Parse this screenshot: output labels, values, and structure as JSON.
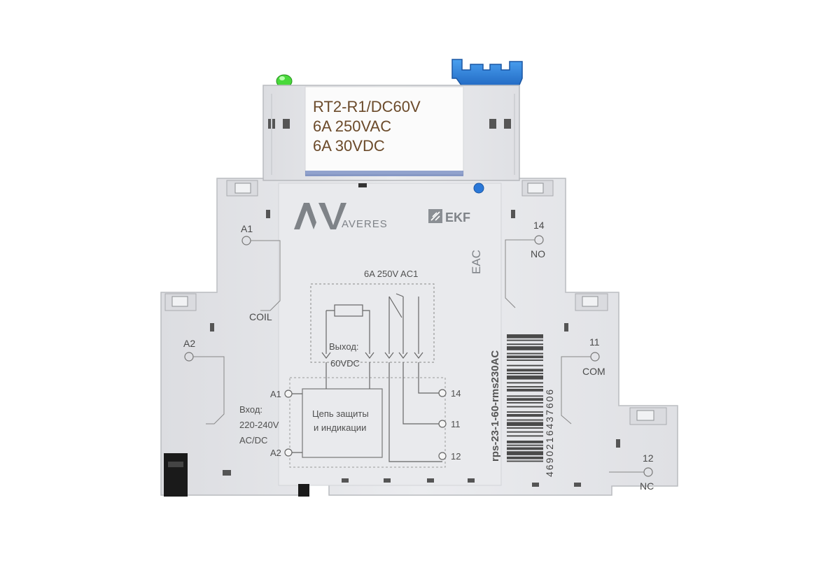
{
  "relay_label": {
    "line1": "RT2-R1/DC60V",
    "line2": "6A  250VAC",
    "line3": "6A  30VDC"
  },
  "brand": {
    "logo_mark": "AV",
    "name": "AVERES",
    "ekf": "EKF",
    "eac": "EAC"
  },
  "terminals": {
    "a1": "A1",
    "coil": "COIL",
    "a2": "A2",
    "t14": "14",
    "no": "NO",
    "t11": "11",
    "com": "COM",
    "t12": "12",
    "nc": "NC"
  },
  "rating": "6A 250V AC1",
  "schematic": {
    "output_line1": "Выход:",
    "output_line2": "60VDC",
    "input_line1": "Вход:",
    "input_line2": "220-240V",
    "input_line3": "AC/DC",
    "block_line1": "Цепь защиты",
    "block_line2": "и индикации",
    "a1": "A1",
    "a2": "A2",
    "t14": "14",
    "t11": "11",
    "t12": "12"
  },
  "article": "rps-23-1-60-rms230AC",
  "barcode_digits": "4690216437606",
  "colors": {
    "body": "#e6e7ea",
    "body_shadow": "#cfd1d5",
    "outline": "#b9bbbf",
    "label_bg": "#fbfbfb",
    "label_text": "#6b4a2a",
    "blue_latch": "#2d7fd6",
    "green_led": "#3fcf2f",
    "blue_led": "#1f6fd0",
    "logo_gray": "#7f8388"
  }
}
